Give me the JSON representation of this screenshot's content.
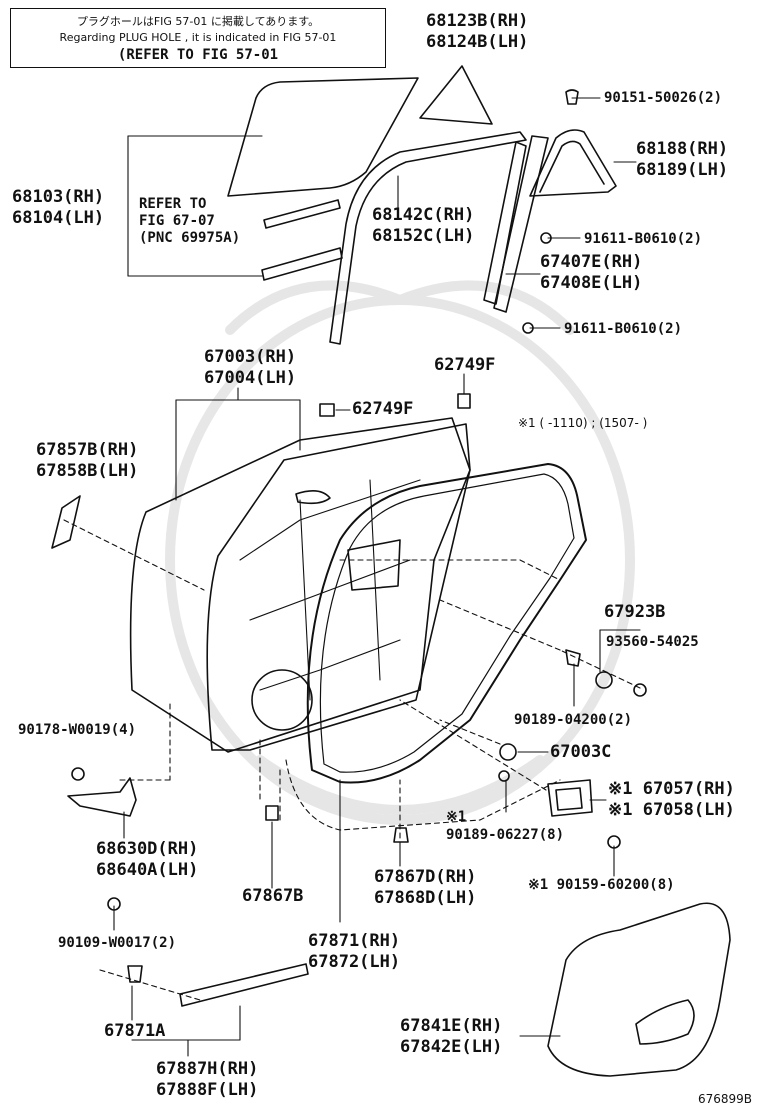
{
  "note": {
    "line1": "プラグホールはFIG 57-01 に掲載してあります。",
    "line2": "Regarding PLUG HOLE , it is indicated in FIG 57-01",
    "line3": "(REFER TO FIG 57-01"
  },
  "condition_note": "※1 (      -1110) ; (1507-      )",
  "refer_note": {
    "line1": "REFER TO",
    "line2": "FIG 67-07",
    "line3": "(PNC 69975A)"
  },
  "labels": {
    "p68123b": "68123B(RH)",
    "p68124b": "68124B(LH)",
    "p90151": "90151-50026(2)",
    "p68188": "68188(RH)",
    "p68189": "68189(LH)",
    "p68103": "68103(RH)",
    "p68104": "68104(LH)",
    "p68142c": "68142C(RH)",
    "p68152c": "68152C(LH)",
    "p91611a": "91611-B0610(2)",
    "p67407e": "67407E(RH)",
    "p67408e": "67408E(LH)",
    "p91611b": "91611-B0610(2)",
    "p67003": "67003(RH)",
    "p67004": "67004(LH)",
    "p62749f_top": "62749F",
    "p62749f": "62749F",
    "p67857b": "67857B(RH)",
    "p67858b": "67858B(LH)",
    "p67923b": "67923B",
    "p93560": "93560-54025",
    "p90189a": "90189-04200(2)",
    "p90178": "90178-W0019(4)",
    "p67003c": "67003C",
    "p67057": "※1 67057(RH)",
    "p67058": "※1 67058(LH)",
    "p_star1": "※1",
    "p90189b": "90189-06227(8)",
    "p68630d": "68630D(RH)",
    "p68640a": "68640A(LH)",
    "p67867b": "67867B",
    "p67867d": "67867D(RH)",
    "p67868d": "67868D(LH)",
    "p90159": "※1 90159-60200(8)",
    "p90109": "90109-W0017(2)",
    "p67871": "67871(RH)",
    "p67872": "67872(LH)",
    "p67871a": "67871A",
    "p67841e": "67841E(RH)",
    "p67842e": "67842E(LH)",
    "p67887h": "67887H(RH)",
    "p67888f": "67888F(LH)"
  },
  "figure_number": "676899B"
}
